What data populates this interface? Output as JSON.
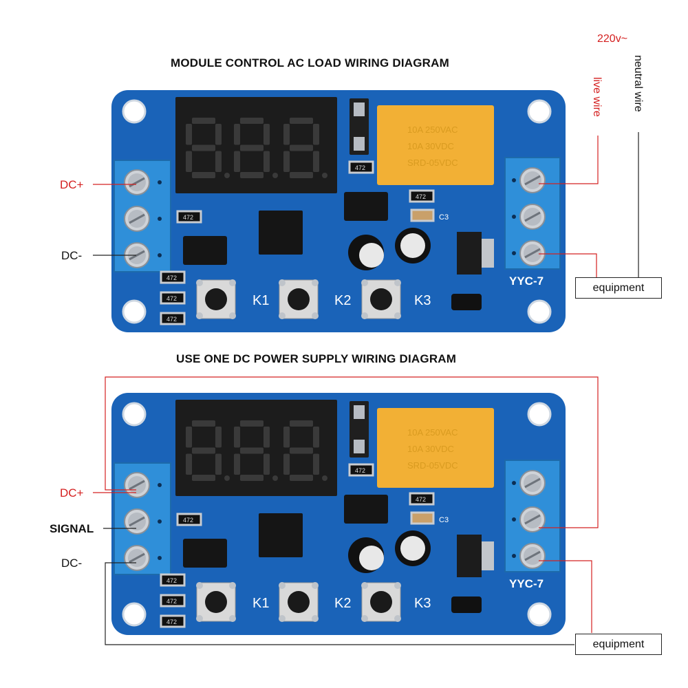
{
  "diagram1": {
    "title": "MODULE CONTROL AC LOAD WIRING DIAGRAM",
    "labels": {
      "dc_plus": "DC+",
      "dc_minus": "DC-",
      "supply": "220v~",
      "live": "live wire",
      "neutral": "neutral wire",
      "equipment": "equipment"
    }
  },
  "diagram2": {
    "title": "USE ONE DC POWER SUPPLY WIRING DIAGRAM",
    "labels": {
      "dc_plus": "DC+",
      "signal": "SIGNAL",
      "dc_minus": "DC-",
      "equipment": "equipment"
    }
  },
  "board": {
    "model": "YYC-7",
    "buttons": [
      "K1",
      "K2",
      "K3"
    ],
    "capacitor_label": "C3",
    "resistor_code": "472",
    "display_digits": [
      "8.",
      "8.",
      "8."
    ],
    "relay_text": [
      "10A 250VAC",
      "10A 30VDC",
      "SRD-05VDC"
    ]
  },
  "colors": {
    "pcb": "#1a63b8",
    "terminal": "#2f8fd9",
    "relay": "#f2b035",
    "display": "#1c1c1c",
    "label_red": "#d42020",
    "wire_red": "#d42020",
    "wire_black": "#222222"
  }
}
